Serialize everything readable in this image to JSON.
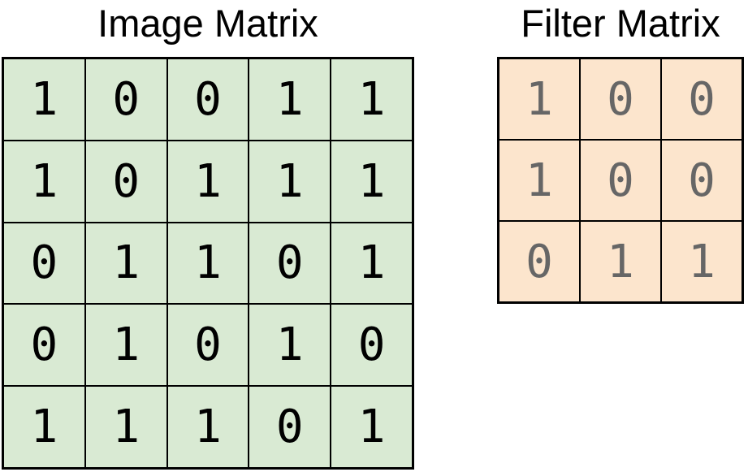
{
  "colors": {
    "background": "#ffffff",
    "grid_line": "#000000",
    "image_cell_bg": "#d9ead3",
    "image_digit": "#000000",
    "filter_cell_bg": "#fce5cd",
    "filter_digit": "#666666"
  },
  "image_matrix": {
    "title": "Image Matrix",
    "rows": [
      [
        1,
        0,
        0,
        1,
        1
      ],
      [
        1,
        0,
        1,
        1,
        1
      ],
      [
        0,
        1,
        1,
        0,
        1
      ],
      [
        0,
        1,
        0,
        1,
        0
      ],
      [
        1,
        1,
        1,
        0,
        1
      ]
    ]
  },
  "filter_matrix": {
    "title": "Filter Matrix",
    "rows": [
      [
        1,
        0,
        0
      ],
      [
        1,
        0,
        0
      ],
      [
        0,
        1,
        1
      ]
    ]
  }
}
